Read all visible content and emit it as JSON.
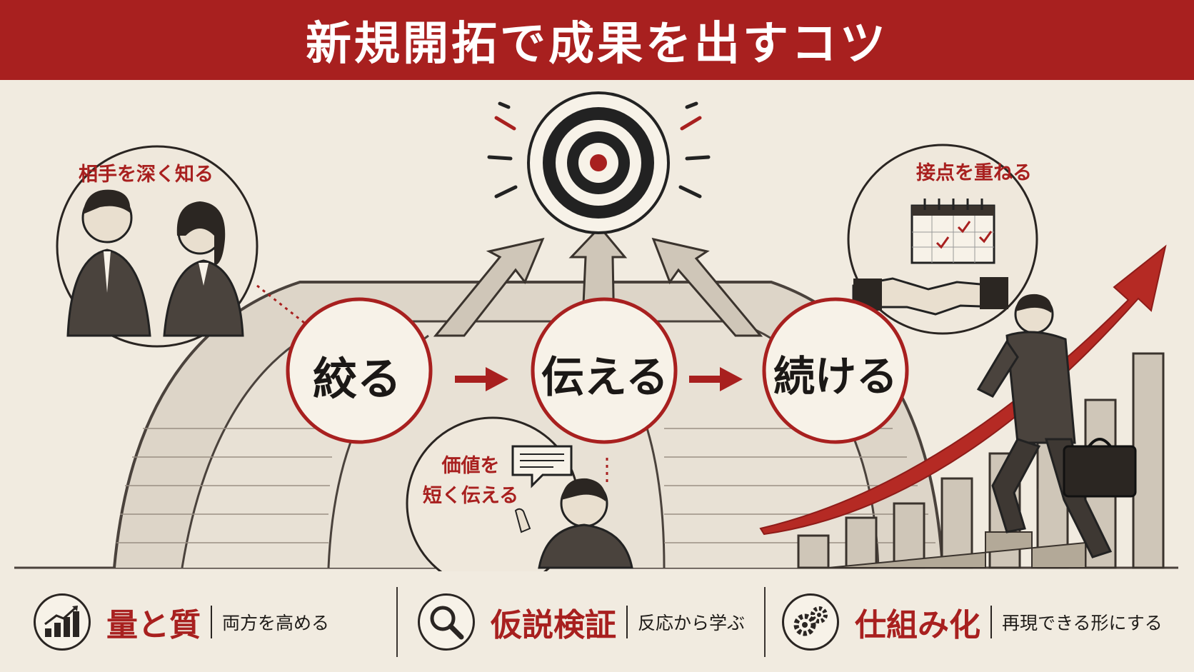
{
  "title": "新規開拓で成果を出すコツ",
  "labels": {
    "know_partner": "相手を深く知る",
    "build_contact": "接点を重ねる",
    "value_line1": "価値を",
    "value_line2": "短く伝える"
  },
  "steps": [
    "絞る",
    "伝える",
    "続ける"
  ],
  "tips": [
    {
      "icon": "growth-chart-icon",
      "title": "量と質",
      "text": "両方を高める"
    },
    {
      "icon": "magnifier-icon",
      "title": "仮説検証",
      "text": "反応から学ぶ"
    },
    {
      "icon": "gears-icon",
      "title": "仕組み化",
      "text": "再現できる形にする"
    }
  ],
  "colors": {
    "accent_red": "#a8201f",
    "paper": "#f1ebe0",
    "ink": "#1e1b18"
  }
}
